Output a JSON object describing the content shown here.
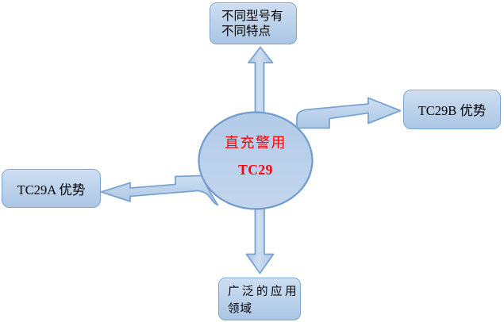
{
  "diagram": {
    "center": {
      "line1": "直充警用",
      "line2": "TC29"
    },
    "nodes": {
      "top": {
        "line1": "不同型号有",
        "line2": "不同特点"
      },
      "right": {
        "label": "TC29B 优势"
      },
      "left": {
        "label": "TC29A 优势"
      },
      "bottom": {
        "line1": "广泛的应用",
        "line2": "领域"
      }
    },
    "colors": {
      "node_fill_top": "#cddef1",
      "node_fill_bottom": "#abc6e4",
      "node_border": "#7aa3d1",
      "circle_fill_top": "#b2cbe8",
      "circle_fill_bottom": "#c3d5ed",
      "circle_border": "#6f9ccc",
      "center_text": "#ff0000",
      "node_text": "#000000",
      "background": "#ffffff"
    }
  }
}
